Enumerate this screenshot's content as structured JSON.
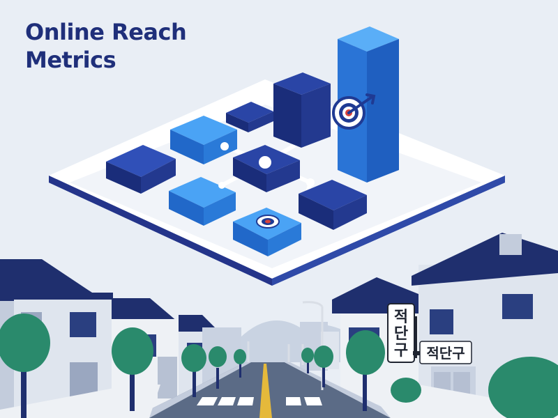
{
  "title": {
    "line1": "Online Reach",
    "line2": "Metrics"
  },
  "signs": {
    "vertical": [
      "적",
      "단",
      "구"
    ],
    "horizontal": "적단구"
  },
  "colors": {
    "title": "#1f2f7a",
    "navy": "#1f3a93",
    "blue": "#2f86e8",
    "target_red": "#d9443c",
    "tree": "#2a8a6c",
    "sky": "#e9eef5"
  },
  "icons": [
    "target-icon",
    "arrow-icon",
    "node-dot-icon"
  ]
}
